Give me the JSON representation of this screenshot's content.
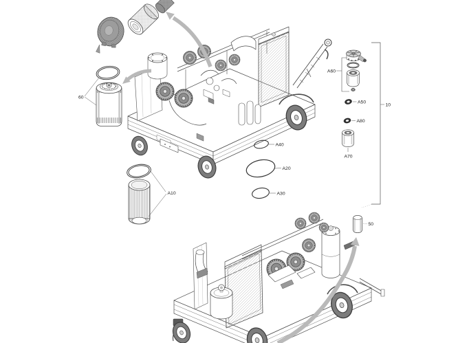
{
  "diagram": {
    "background": "#ffffff",
    "colors": {
      "line": "#4b4b4b",
      "label_text": "#1e1e1e",
      "arrow": "#b9b9b9",
      "dark_part": "#a9a9a9"
    },
    "callouts": {
      "c60": "60",
      "a10": "A10",
      "a20": "A20",
      "a30": "A30",
      "a40": "A40",
      "a50": "A50",
      "a60": "A60",
      "a70": "A70",
      "a80": "A80",
      "c10": "10",
      "c50": "50"
    }
  }
}
